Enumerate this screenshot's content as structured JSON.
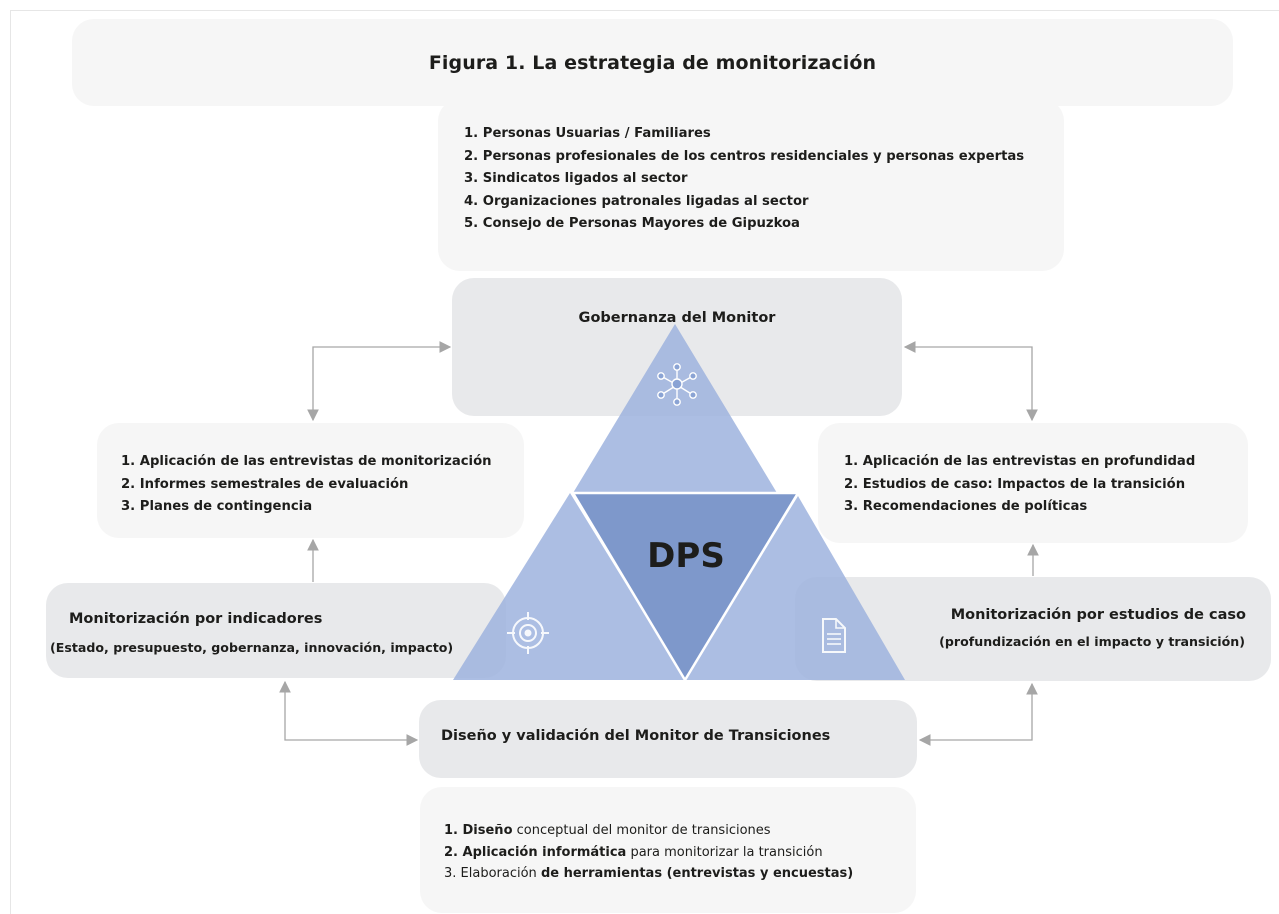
{
  "title": "Figura 1. La estrategia de monitorización",
  "stakeholders": [
    "1. Personas Usuarias / Familiares",
    "2. Personas profesionales de los centros residenciales y personas expertas",
    "3. Sindicatos ligados al sector",
    "4. Organizaciones patronales ligadas al sector",
    "5. Consejo de Personas Mayores de Gipuzkoa"
  ],
  "governance": {
    "label": "Gobernanza del Monitor",
    "icon": "network-people-icon"
  },
  "center_label": "DPS",
  "left_list": [
    "1. Aplicación de las entrevistas de monitorización",
    "2. Informes semestrales de evaluación",
    "3. Planes de contingencia"
  ],
  "right_list": [
    "1. Aplicación de las entrevistas en profundidad",
    "2. Estudios de caso: Impactos de la transición",
    "3. Recomendaciones de políticas"
  ],
  "indicators": {
    "title": "Monitorización por indicadores",
    "subtitle": "(Estado, presupuesto, gobernanza, innovación, impacto)",
    "icon": "target-icon"
  },
  "case_studies": {
    "title": "Monitorización por estudios de caso",
    "subtitle": "(profundización en el impacto y transición)",
    "icon": "document-icon"
  },
  "design": {
    "label": "Diseño y validación del Monitor de Transiciones"
  },
  "design_items": [
    {
      "bold": "1. Diseño",
      "rest": " conceptual del monitor de transiciones"
    },
    {
      "bold": "2. Aplicación informática",
      "rest": " para monitorizar la transición"
    },
    {
      "pre": "3. Elaboración ",
      "bold": "de herramientas (entrevistas y encuestas)"
    }
  ],
  "colors": {
    "triangle_light": "#9db3de",
    "triangle_dark": "#7e98cb",
    "box_light": "#f6f6f6",
    "box_mid": "#e8e9eb",
    "arrow": "#a6a6a6"
  }
}
